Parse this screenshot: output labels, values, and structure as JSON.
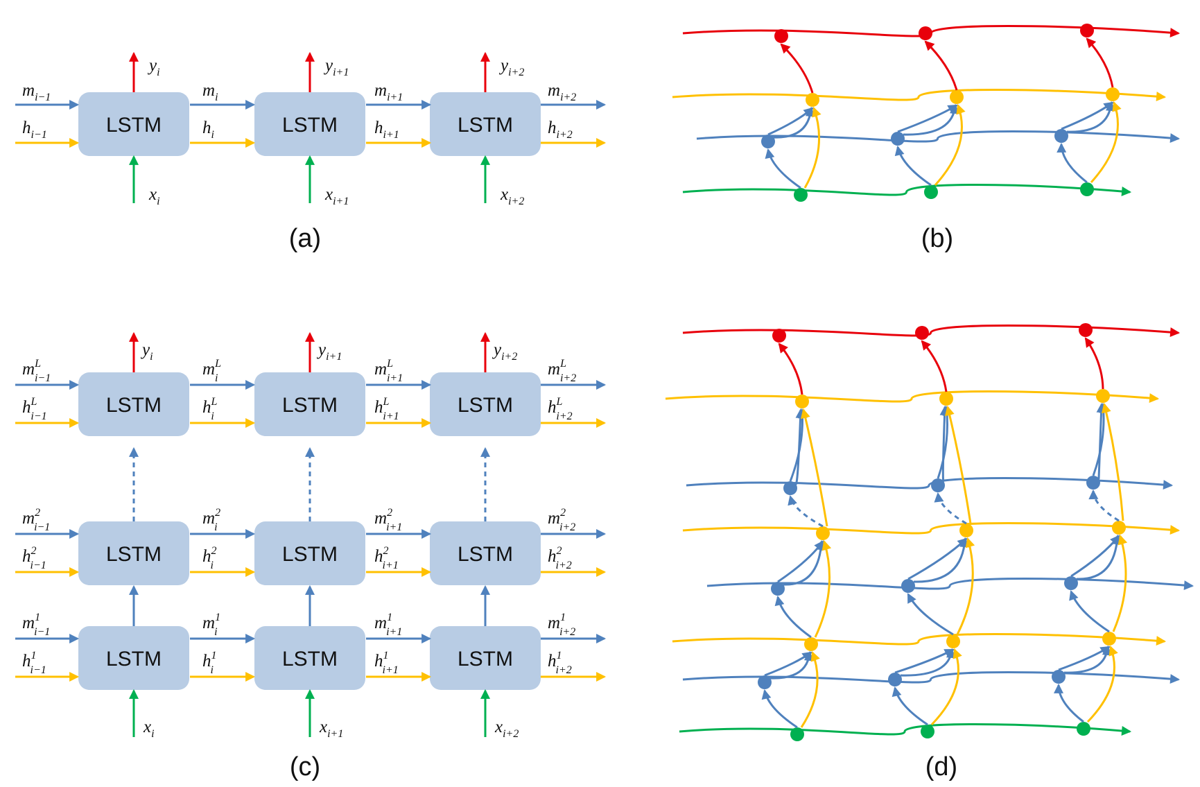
{
  "colors": {
    "blue": "#4f81bd",
    "yellow": "#ffc000",
    "red": "#e8000b",
    "green": "#00b050",
    "box": "#b8cce4"
  },
  "captions": {
    "a": "(a)",
    "b": "(b)",
    "c": "(c)",
    "d": "(d)"
  },
  "block_label": "LSTM",
  "panel_a": {
    "inputs": [
      {
        "var": "x",
        "sub": "i"
      },
      {
        "var": "x",
        "sub": "i+1"
      },
      {
        "var": "x",
        "sub": "i+2"
      }
    ],
    "outputs": [
      {
        "var": "y",
        "sub": "i"
      },
      {
        "var": "y",
        "sub": "i+1"
      },
      {
        "var": "y",
        "sub": "i+2"
      }
    ],
    "memory_labels": [
      {
        "var": "m",
        "sub": "i−1"
      },
      {
        "var": "m",
        "sub": "i"
      },
      {
        "var": "m",
        "sub": "i+1"
      },
      {
        "var": "m",
        "sub": "i+2"
      }
    ],
    "hidden_labels": [
      {
        "var": "h",
        "sub": "i−1"
      },
      {
        "var": "h",
        "sub": "i"
      },
      {
        "var": "h",
        "sub": "i+1"
      },
      {
        "var": "h",
        "sub": "i+2"
      }
    ]
  },
  "panel_c": {
    "layers": [
      {
        "name": "L",
        "memory_labels": [
          {
            "var": "m",
            "sup": "L",
            "sub": "i−1"
          },
          {
            "var": "m",
            "sup": "L",
            "sub": "i"
          },
          {
            "var": "m",
            "sup": "L",
            "sub": "i+1"
          },
          {
            "var": "m",
            "sup": "L",
            "sub": "i+2"
          }
        ],
        "hidden_labels": [
          {
            "var": "h",
            "sup": "L",
            "sub": "i−1"
          },
          {
            "var": "h",
            "sup": "L",
            "sub": "i"
          },
          {
            "var": "h",
            "sup": "L",
            "sub": "i+1"
          },
          {
            "var": "h",
            "sup": "L",
            "sub": "i+2"
          }
        ]
      },
      {
        "name": "2",
        "memory_labels": [
          {
            "var": "m",
            "sup": "2",
            "sub": "i−1"
          },
          {
            "var": "m",
            "sup": "2",
            "sub": "i"
          },
          {
            "var": "m",
            "sup": "2",
            "sub": "i+1"
          },
          {
            "var": "m",
            "sup": "2",
            "sub": "i+2"
          }
        ],
        "hidden_labels": [
          {
            "var": "h",
            "sup": "2",
            "sub": "i−1"
          },
          {
            "var": "h",
            "sup": "2",
            "sub": "i"
          },
          {
            "var": "h",
            "sup": "2",
            "sub": "i+1"
          },
          {
            "var": "h",
            "sup": "2",
            "sub": "i+2"
          }
        ]
      },
      {
        "name": "1",
        "memory_labels": [
          {
            "var": "m",
            "sup": "1",
            "sub": "i−1"
          },
          {
            "var": "m",
            "sup": "1",
            "sub": "i"
          },
          {
            "var": "m",
            "sup": "1",
            "sub": "i+1"
          },
          {
            "var": "m",
            "sup": "1",
            "sub": "i+2"
          }
        ],
        "hidden_labels": [
          {
            "var": "h",
            "sup": "1",
            "sub": "i−1"
          },
          {
            "var": "h",
            "sup": "1",
            "sub": "i"
          },
          {
            "var": "h",
            "sup": "1",
            "sub": "i+1"
          },
          {
            "var": "h",
            "sup": "1",
            "sub": "i+2"
          }
        ]
      }
    ],
    "inputs": [
      {
        "var": "x",
        "sub": "i"
      },
      {
        "var": "x",
        "sub": "i+1"
      },
      {
        "var": "x",
        "sub": "i+2"
      }
    ],
    "outputs": [
      {
        "var": "y",
        "sub": "i"
      },
      {
        "var": "y",
        "sub": "i+1"
      },
      {
        "var": "y",
        "sub": "i+2"
      }
    ]
  },
  "panel_b": {
    "timesteps": 3,
    "lanes_bottom_to_top": [
      "green",
      "blue",
      "yellow",
      "red"
    ]
  },
  "panel_d": {
    "timesteps": 3,
    "lanes_bottom_to_top": [
      "green",
      "blue",
      "yellow",
      "blue",
      "yellow",
      "blue",
      "yellow",
      "red"
    ]
  }
}
